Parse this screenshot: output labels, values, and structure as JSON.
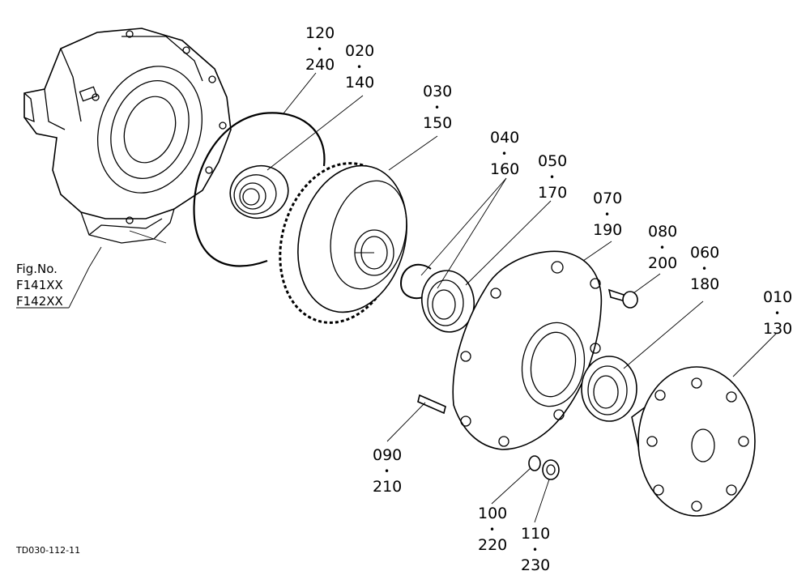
{
  "diagram": {
    "fig_label": "Fig.No.",
    "fig_numbers": [
      "F141XX",
      "F142XX"
    ],
    "drawing_code": "TD030-112-11",
    "separator": "•",
    "callouts": {
      "c120": {
        "top": "120",
        "bottom": "240"
      },
      "c020": {
        "top": "020",
        "bottom": "140"
      },
      "c030": {
        "top": "030",
        "bottom": "150"
      },
      "c040": {
        "top": "040",
        "bottom": "160"
      },
      "c050": {
        "top": "050",
        "bottom": "170"
      },
      "c070": {
        "top": "070",
        "bottom": "190"
      },
      "c080": {
        "top": "080",
        "bottom": "200"
      },
      "c060": {
        "top": "060",
        "bottom": "180"
      },
      "c010": {
        "top": "010",
        "bottom": "130"
      },
      "c090": {
        "top": "090",
        "bottom": "210"
      },
      "c100": {
        "top": "100",
        "bottom": "220"
      },
      "c110": {
        "top": "110",
        "bottom": "230"
      }
    }
  }
}
